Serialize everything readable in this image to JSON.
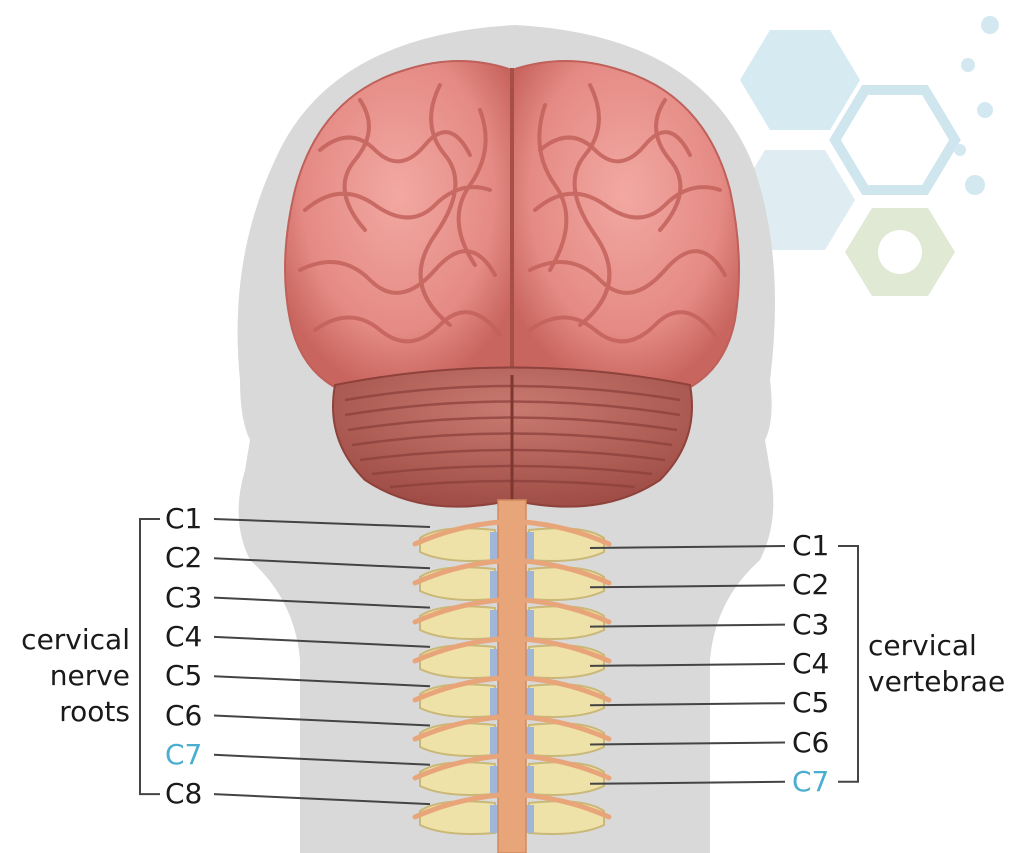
{
  "left_group": {
    "lines": [
      "cervical",
      "nerve",
      "roots"
    ]
  },
  "right_group": {
    "lines": [
      "cervical",
      "vertebrae"
    ]
  },
  "nerve_roots": [
    "C1",
    "C2",
    "C3",
    "C4",
    "C5",
    "C6",
    "C7",
    "C8"
  ],
  "vertebrae": [
    "C1",
    "C2",
    "C3",
    "C4",
    "C5",
    "C6",
    "C7"
  ],
  "highlight_label": "C7",
  "colors": {
    "highlight": "#4aaed0",
    "head_silhouette": "#d9d9d9",
    "cerebrum": "#e8908a",
    "cerebellum": "#b8625a",
    "spinal_cord": "#e9a57a",
    "vertebra_bone": "#efe2a8",
    "hex_blue": "#cde6ef",
    "hex_green": "#e0ead3"
  }
}
